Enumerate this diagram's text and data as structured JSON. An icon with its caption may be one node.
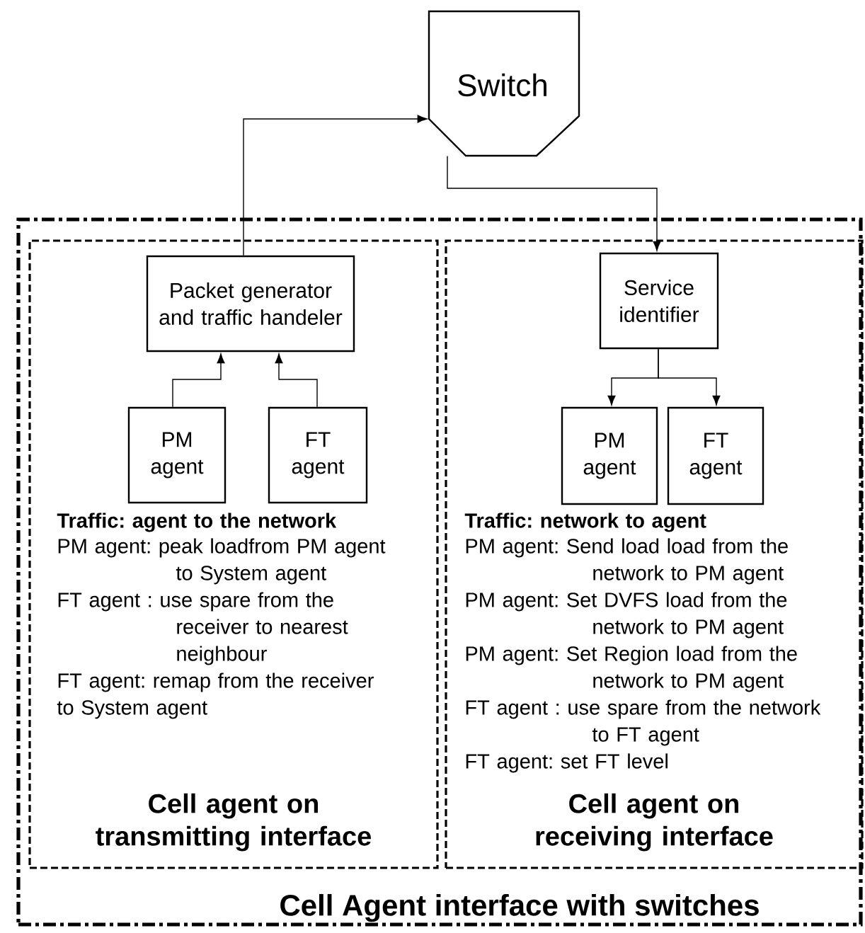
{
  "diagram": {
    "nodes": [
      {
        "text": [
          "Switch"
        ]
      },
      {
        "text": [
          "Cell Agent interface with switches"
        ]
      },
      {
        "text": [
          "Cell agent on transmitting interface"
        ],
        "in": 1
      },
      {
        "text": [
          "Packet generator and traffic handeler"
        ],
        "in": 2
      },
      {
        "text": [
          "PM agent"
        ],
        "in": 2
      },
      {
        "text": [
          "FT agent"
        ],
        "in": 2
      },
      {
        "text": [
          "Cell agent on receiving interface"
        ],
        "in": 1
      },
      {
        "text": [
          "Service identifier"
        ],
        "in": 6
      },
      {
        "text": [
          "PM agent"
        ],
        "in": 6
      },
      {
        "text": [
          "FT agent"
        ],
        "in": 6
      }
    ],
    "edges": [
      {
        "from": 3,
        "to": 0,
        "arrow": "to"
      },
      {
        "from": 0,
        "to": 7,
        "arrow": "to"
      },
      {
        "from": 4,
        "to": 3,
        "arrow": "to"
      },
      {
        "from": 5,
        "to": 3,
        "arrow": "to"
      },
      {
        "from": 7,
        "to": 8,
        "arrow": "to"
      },
      {
        "from": 7,
        "to": 9,
        "arrow": "to"
      }
    ],
    "labels": [
      "Traffic: agent to the network",
      "PM agent: peak loadfrom PM agent to System agent",
      "FT agent : use spare from the receiver to nearest neighbour",
      "FT agent: remap from the receiver to System agent",
      "Traffic: network to agent",
      "PM agent: Send load load from the network to PM agent",
      "PM agent: Set DVFS load from the network to PM agent",
      "PM agent: Set Region load from the network to PM agent",
      "FT agent : use spare from the network to FT agent",
      "FT agent: set FT level"
    ]
  }
}
